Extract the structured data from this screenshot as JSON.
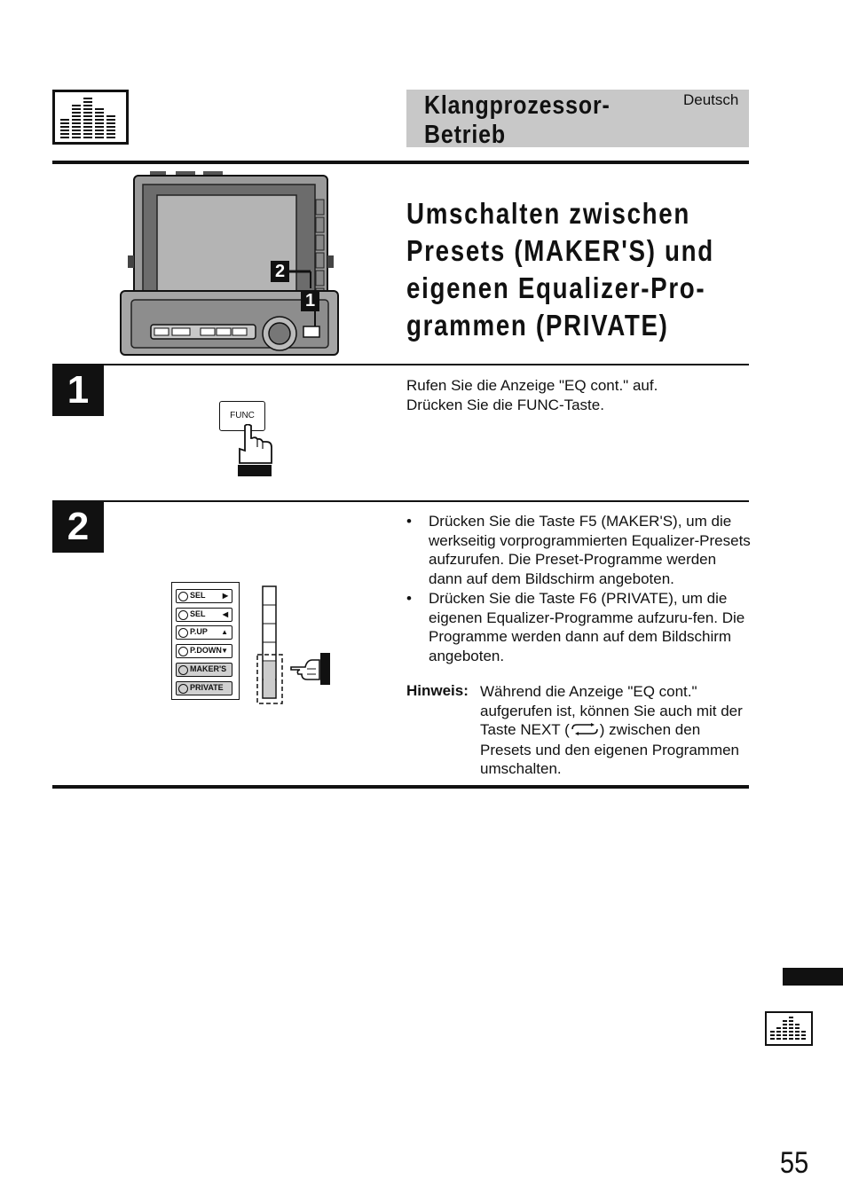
{
  "header": {
    "title_line1": "Klangprozessor-",
    "title_line2": "Betrieb",
    "language": "Deutsch",
    "section_icon": "equalizer-icon"
  },
  "subheading": {
    "line1": "Umschalten zwischen",
    "line2": "Presets (MAKER'S) und",
    "line3": "eigenen Equalizer-Pro-",
    "line4": "grammen (PRIVATE)"
  },
  "device_callouts": {
    "one": "1",
    "two": "2"
  },
  "step1": {
    "number": "1",
    "button_label": "FUNC",
    "line1": "Rufen Sie die Anzeige \"EQ cont.\" auf.",
    "line2": "Drücken Sie die FUNC-Taste."
  },
  "step2": {
    "number": "2",
    "panel_buttons": [
      "SEL",
      "SEL",
      "P.UP",
      "P.DOWN",
      "MAKER'S",
      "PRIVATE"
    ],
    "bullet_symbol": "•",
    "bullet1": "Drücken Sie die Taste F5 (MAKER'S), um die werkseitig vorprogrammierten Equalizer-Presets aufzurufen. Die Preset-Programme werden dann auf dem Bildschirm angeboten.",
    "bullet2": "Drücken Sie die Taste F6 (PRIVATE), um die eigenen Equalizer-Programme aufzuru-fen. Die Programme werden dann auf dem Bildschirm angeboten.",
    "hinweis_label": "Hinweis:",
    "hinweis_text_a": "Während die Anzeige \"EQ cont.\" aufgerufen ist, können Sie auch mit der Taste NEXT (",
    "hinweis_text_b": ") zwischen den Presets und den eigenen Programmen umschalten."
  },
  "footer": {
    "page_number": "55"
  }
}
